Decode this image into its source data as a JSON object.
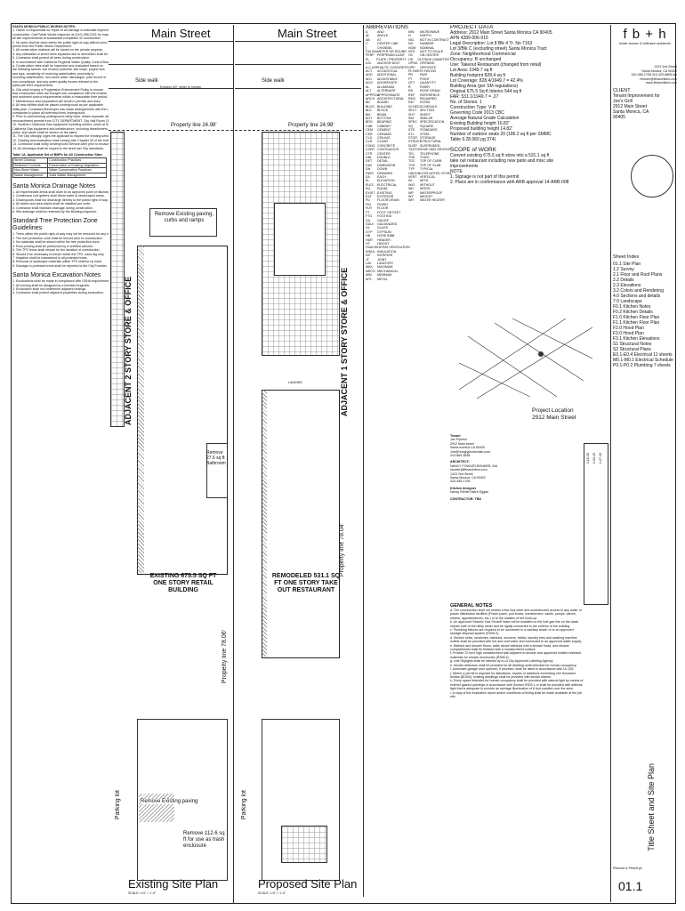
{
  "left_notes": {
    "header": "SANTA MONICA PUBLIC WORKS NOTES:",
    "lines": [
      "1. Owner is responsible for repair of all damage to sidewalk improvements caused by",
      "construction. Call Public Works Inspector at (310) 458-2201 for inspection of",
      "all site improvements at substantial completion of construction.",
      "2. No work shall be done within the public right-of-way without prior approval and",
      "permit from the Public Works Department.",
      "3. All construction material will be stored on the private property.",
      "4. Any sidewalks or street trees impacted due to demolition shall be restored.",
      "5. Contractor shall protect all trees during construction.",
      "6. In accordance with California Regional Water Quality Control Board NPDES permit:",
      "a. Construction sites shall be inspected and evaluated based on",
      "the following factors: soil erosion potential, site slope, project size",
      "and type, sensitivity of receiving waterbodies, proximity to",
      "receiving waterbodies, non-storm water discharges, past record of",
      "non-compliance, and any water quality issues relevant to the",
      "particular MS4 requirements.",
      "b. City shall employ a Progressive Enforcement Policy to ensure",
      "that construction sites are brought into compliance with the erosion",
      "and sediment control requirements within a reasonable time period.",
      "7. Maintenance and preparation will result in permits and fines.",
      "8. All new utilities shall be placed underground as per applicable",
      "utility plan. Contractor/Developer has made arrangements with the utility",
      "companies to place all overhead lines underground.",
      "9. Prior to commencing underground utility work, obtain separate utility",
      "encroachment permits from CITY DEPARTMENT. City Hall Room 115.",
      "10. Southern California Gas equipment including meters, vents at Southern",
      "California Gas equipment and infrastructure, including transformers,",
      "poles, and vaults shall be shown on the plans.",
      "11. The City strongly urges the applicant to inspect the existing sewer connection.",
      "12. Grading and excavation shall comply with Chapter 33 of the building code.",
      "13. Contractor shall notify Underground Service Alert prior to excavation.",
      "14. All driveways shall be sloped to the street per City standards."
    ],
    "table_title": "Table 1A. Applicable Set of BMPs for All Construction Sites",
    "table_rows": [
      [
        "Street Cleanup",
        "Construction Practices"
      ],
      [
        "Sediment Controls",
        "Preservation of Existing Vegetation"
      ],
      [
        "Non-Storm Water",
        "Water Conservation Practices"
      ],
      [
        "Waste Management",
        "Solid Waste Management"
      ]
    ],
    "drainage_title": "Santa Monica Drainage Notes",
    "drainage_lines": [
      "1. All impermeable areas shall drain to an approved point of discharge.",
      "2. Continuous roof gutters shall direct water to landscaped areas.",
      "3. Downspouts shall not discharge directly to the public right of way.",
      "4. All drains and area drains shall be installed per code.",
      "5. Contractor shall maintain drainage during construction.",
      "6. Site drainage shall be reviewed by the Building Inspector."
    ],
    "tree_title": "Standard Tree Protection Zone Guidelines",
    "tree_lines": [
      "1. Trees within the public right-of-way may not be removed for any reason.",
      "2. The tree protection zone shall be fenced prior to construction.",
      "3. No materials shall be stored within the tree protection zone.",
      "4. Root pruning shall be performed by a certified arborist.",
      "5. The TPZ fence shall remain for the duration of construction.",
      "6. Should it be necessary to trench within the TPZ, hand dig only.",
      "7. Irrigation shall be maintained to all protected trees.",
      "8. Removal of landscape materials within TPZ shall be by hand.",
      "9. Damage to protected trees shall be reported to the City Forester."
    ],
    "excavation_title": "Santa Monica Excavation Notes",
    "excavation_lines": [
      "1. Excavations shall be made in compliance with OSHA requirements.",
      "2. All shoring shall be designed by a licensed engineer.",
      "3. Excavation shall not undermine adjacent footings.",
      "4. Contractor shall protect adjacent properties during excavation."
    ]
  },
  "existing_plan": {
    "street": "Main Street",
    "sidewalk": "Side walk",
    "tree_note": "Existing 3/4\" meter to remain",
    "property_line": "Property line 24.98'",
    "property_line_side": "Property line 78.06'",
    "adjacent_label": "ADJACENT 2 STORY STORE & OFFICE",
    "remove_paving": "Remove Existing paving, curbs and ramps",
    "remove_bath": "Remove 27.6 sq ft Bathroom",
    "existing_label": "EXISTING 675.5 SQ FT ONE STORY RETAIL BUILDING",
    "remove_paving2": "Remove Existing paving",
    "remove_enclosure": "Remove 112.6 sq ft for use as trash enclosure",
    "parking_lot": "Parking lot",
    "title": "Existing Site Plan",
    "scale": "SCALE: 1/4\" = 1'-0\""
  },
  "proposed_plan": {
    "street": "Main Street",
    "sidewalk": "Side walk",
    "property_line": "Property line 24.98'",
    "property_line_side": "Property line 78.04'",
    "adjacent_label": "ADJACENT 1 STORY STORE & OFFICE",
    "remodel_label": "REMODELED 531.1 SQ FT ONE STORY TAKE OUT RESTAURANT",
    "landing": "LANDING",
    "parking_lot": "Parking lot",
    "title": "Proposed Site Plan",
    "scale": "SCALE: 1/4\" = 1'-0\""
  },
  "abbreviations": {
    "title": "ABBREVIATIONS",
    "left": [
      [
        "&",
        "AND"
      ],
      [
        "@",
        "ANGLE"
      ],
      [
        "AB",
        "AT"
      ],
      [
        "C",
        "CENTER LINE"
      ],
      [
        "[",
        "CHANNEL"
      ],
      [
        "DIA",
        "DIAMETER OR ROUND"
      ],
      [
        "PERP",
        "PERPENDICULAR"
      ],
      [
        "PL",
        "PLATE / PROPERTY"
      ],
      [
        "A.B.",
        "ANCHOR BOLT"
      ],
      [
        "A.C.",
        "ASPHALTIC CONCRETE"
      ],
      [
        "ACT",
        "ACOUSTICAL"
      ],
      [
        "ADD",
        "ADDITIONAL"
      ],
      [
        "ADJ",
        "ADJUSTABLE"
      ],
      [
        "AGG",
        "AGGREGATE"
      ],
      [
        "AL",
        "ALUMINUM"
      ],
      [
        "ALT",
        "ALTERNATE"
      ],
      [
        "APPROX",
        "APPROXIMATE"
      ],
      [
        "ARCH",
        "ARCHITECTURAL"
      ],
      [
        "BD",
        "BOARD"
      ],
      [
        "BLDG",
        "BUILDING"
      ],
      [
        "BLK",
        "BLOCK"
      ],
      [
        "BM",
        "BEAM"
      ],
      [
        "BOT",
        "BOTTOM"
      ],
      [
        "BRG",
        "BEARING"
      ],
      [
        "CAB",
        "CABINET"
      ],
      [
        "CEM",
        "CEMENT"
      ],
      [
        "CER",
        "CERAMIC"
      ],
      [
        "CLG",
        "CEILING"
      ],
      [
        "CLR",
        "CLEAR"
      ],
      [
        "CONC",
        "CONCRETE"
      ],
      [
        "CONT",
        "CONTINUOUS"
      ],
      [
        "CTR",
        "CENTER"
      ],
      [
        "DBL",
        "DOUBLE"
      ],
      [
        "DET",
        "DETAIL"
      ],
      [
        "DIM",
        "DIMENSION"
      ],
      [
        "DN",
        "DOWN"
      ],
      [
        "DWG",
        "DRAWING"
      ],
      [
        "EA",
        "EACH"
      ],
      [
        "EL",
        "ELEVATION"
      ],
      [
        "ELEC",
        "ELECTRICAL"
      ],
      [
        "EQ",
        "EQUAL"
      ],
      [
        "EXIST",
        "EXISTING"
      ],
      [
        "EXT",
        "EXTERIOR"
      ],
      [
        "FD",
        "FLOOR DRAIN"
      ],
      [
        "FIN",
        "FINISH"
      ],
      [
        "FLR",
        "FLOOR"
      ],
      [
        "FT",
        "FOOT OR FEET"
      ],
      [
        "FTG",
        "FOOTING"
      ],
      [
        "GA",
        "GAUGE"
      ],
      [
        "GALV",
        "GALVANIZED"
      ],
      [
        "GL",
        "GLASS"
      ],
      [
        "GYP",
        "GYPSUM"
      ],
      [
        "HB",
        "HOSE BIBB"
      ],
      [
        "HDR",
        "HEADER"
      ],
      [
        "HT",
        "HEIGHT"
      ],
      [
        "HVAC",
        "HEATING VENTILATION"
      ],
      [
        "INSUL",
        "INSULATION"
      ],
      [
        "INT",
        "INTERIOR"
      ],
      [
        "JT",
        "JOINT"
      ],
      [
        "LAV",
        "LAVATORY"
      ],
      [
        "MAX",
        "MAXIMUM"
      ],
      [
        "MECH",
        "MECHANICAL"
      ],
      [
        "MIN",
        "MINIMUM"
      ],
      [
        "MTL",
        "METAL"
      ]
    ],
    "right": [
      [
        "MW",
        "MICROWAVE"
      ],
      [
        "N",
        "NORTH"
      ],
      [
        "NIC",
        "NOT IN CONTRACT"
      ],
      [
        "NO",
        "NUMBER"
      ],
      [
        "NOM",
        "NOMINAL"
      ],
      [
        "NTS",
        "NOT TO SCALE"
      ],
      [
        "OC",
        "ON CENTER"
      ],
      [
        "OD",
        "OUTSIDE DIAMETER"
      ],
      [
        "OPNG",
        "OPENING"
      ],
      [
        "OPP",
        "OPPOSITE"
      ],
      [
        "PLYWD",
        "PLYWOOD"
      ],
      [
        "PR",
        "PAIR"
      ],
      [
        "PT",
        "POINT"
      ],
      [
        "QTY",
        "QUANTITY"
      ],
      [
        "R",
        "RISER"
      ],
      [
        "RD",
        "ROOF DRAIN"
      ],
      [
        "REF",
        "REFERENCE"
      ],
      [
        "REQ",
        "REQUIRED"
      ],
      [
        "RM",
        "ROOM"
      ],
      [
        "SCHED",
        "SCHEDULE"
      ],
      [
        "SECT",
        "SECTION"
      ],
      [
        "SHT",
        "SHEET"
      ],
      [
        "SIM",
        "SIMILAR"
      ],
      [
        "SPEC",
        "SPECIFICATION"
      ],
      [
        "SQ",
        "SQUARE"
      ],
      [
        "STD",
        "STANDARD"
      ],
      [
        "STL",
        "STEEL"
      ],
      [
        "STOR",
        "STORAGE"
      ],
      [
        "STRUCT",
        "STRUCTURAL"
      ],
      [
        "SUSP",
        "SUSPENDED"
      ],
      [
        "T&G",
        "TONGUE AND GROOVE"
      ],
      [
        "TEL",
        "TELEPHONE"
      ],
      [
        "THK",
        "THICK"
      ],
      [
        "TOC",
        "TOP OF CURB"
      ],
      [
        "TOS",
        "TOP OF SLAB"
      ],
      [
        "TYP",
        "TYPICAL"
      ],
      [
        "UNO",
        "UNLESS NOTED OTHERWISE"
      ],
      [
        "VERT",
        "VERTICAL"
      ],
      [
        "W/",
        "WITH"
      ],
      [
        "W/O",
        "WITHOUT"
      ],
      [
        "WD",
        "WOOD"
      ],
      [
        "WP",
        "WATERPROOF"
      ],
      [
        "WT",
        "WEIGHT"
      ],
      [
        "WH",
        "WATER HEATER"
      ]
    ]
  },
  "project_data": {
    "title": "PROJECT DATA",
    "lines": [
      "Address: 2912 Main Street Santa Monica CA 90405",
      "APN 4289-006-015",
      "Legal Description: Lot 8 Blk 4 Tr. No 7163",
      "Lot 3/Blk C (excluding street) Santa Monica Tract",
      "Zone: Neighborhood Commercial",
      "Occupancy: B unchanged",
      "Use: Takeout Restaurant (changed from retail)",
      "Lot Area: 1949.7 sq ft",
      "Building footprint 828.4 sq ft",
      "Lot Coverage: 828.4/1949.7 = 42.4%",
      "Building Area (per SM regulations)",
      "Original 675.5 Sq ft Interior 544 sq ft",
      "FAR: 531.1/1949.7 = .27",
      "No. of Stories: 1",
      "Construction Type: V-B",
      "Governing Code 2013 CBC",
      "Average Natural Grade Calculation",
      "Existing Building height 16.82'",
      "Proposed building height 14.82'",
      "Number of outdoor seats 20 (186.2 sq ft per SMMC",
      "Table 9.28.060 pg 374)"
    ],
    "scope_title": "SCOPE of WORK",
    "scope_lines": [
      "Convert existing 675.5 sq ft store into a 531.1 sq ft",
      "take out restaurant including new patio and misc site",
      "improvements",
      "NOTE",
      "1. Signage is not part of this permit",
      "2. Plans are in conformance with ARB approval 14-ARB-008"
    ],
    "location_title": "Project Location",
    "location_address": "2912 Main Street"
  },
  "contacts": {
    "tenant_label": "Tenant",
    "tenant": [
      "Joe Piperko",
      "2912 Main street",
      "Santa monica CA 90405",
      "Joe@hungrypicnicmain.com",
      "310-869-3838"
    ],
    "architect_label": "ARCHITECT:",
    "architect": [
      "NANCY FOWLER-BONNER, AIA",
      "nfowler@fbharchitect.com",
      "1423 2nd Street",
      "Santa Monica, CA 90402",
      "310-455-1708"
    ],
    "designer_label": "Kitchen designer",
    "designer": "Nancy Riedel Hatch Eggan",
    "contractor_label": "CONTRACTOR: TBD"
  },
  "general_notes": {
    "title": "GENERAL NOTES",
    "lines": [
      "a. The construction shall not restrict a five-foot clear and unobstructed access to any water or",
      "power distribution facilities (Power poles, pull-boxes, transformers, vaults, pumps, valves,",
      "meters, appurtenances, etc.) or to the location of the hook-up.",
      "b. An approved Seismic Gas Shutoff Valve will be installed on the fuel gas line on the down",
      "stream side of the utility meter and be rigidly connected to the exterior of the building.",
      "c. Plumbing fixtures are required to be connected to a sanitary sewer or to an approved",
      "sewage disposal system (R306.3).",
      "d. Kitchen sinks, lavatories, bathtubs, showers, bidets, laundry tubs and washing machine",
      "outlets shall be provided with hot and cold water and connected to an approved water supply.",
      "e. Bathtub and shower floors, walls above bathtubs with a shower head, and shower",
      "compartments shall be finished with a nonabsorbent surface.",
      "f. Provide 72-inch high nonabsorbent wall adjacent to shower and approved shatter-resistant",
      "materials for shower enclosures (R308.4).",
      "g. Unit Skylights shall be labeled by a LA City Approved Labeling Agency.",
      "h. Smoke detectors shall be provided for all dwelling units intended for human occupancy.",
      "i. Automatic garage door openers, if provided, shall be listed in accordance with UL 325.",
      "j. Where a permit is required for alterations, repairs or additions exceeding one thousand",
      "dollars ($1000), existing dwellings shall be provided with smoke alarms.",
      "k. Every space intended for human occupancy shall be provided with natural light by means of",
      "exterior glazed openings in accordance with Section R303.1 or shall be provided with artificial",
      "light that is adequate to provide an average illumination of 6 foot-candles over the area.",
      "l. A copy of the evaluation report and/or conditions of listing shall be made available at the job",
      "site."
    ]
  },
  "title_block": {
    "firm_logo": "f b + h",
    "firm_name": "fowler-bonner & hoffmann architects",
    "firm_address": [
      "1423 2nd Street",
      "Santa Monica, CA 90402",
      "310-455-1708  310-429-6806 fax",
      "nfowler@fbharchitect.com",
      "www.fbharchitect.com"
    ],
    "client_label": "CLIENT",
    "client": [
      "Tenant Improvement for",
      "Joe's Grill",
      "2912 Main Street",
      "Santa Monica, CA",
      "90405"
    ],
    "sheet_index_label": "Sheet Index",
    "sheet_index": [
      "01.1 Site Plan",
      "1.2 Survey",
      "2.1 Floor and Roof Plans",
      "2.2 Details",
      "2.3 Elevations",
      "3.2 Colors and Rendering",
      "4.0 Sections and details",
      "7.0 Landscape",
      "F0.1 Kitchen Notes",
      "F0.2 Kitchen Details",
      "F1.0 Kitchen Floor Plan",
      "F1.1 Kitchen Floor Plan",
      "F2.0 Hood Plan",
      "F3.0 Hood Plan",
      "F3.1 Kitchen Elevations",
      "S1 Structural Notes",
      "S2 Structural Plans",
      "E0.1-E0.4 Electrical 11 sheets",
      "M0.1-M0.1 Electrical Schedule",
      "P0.1-P0.2 Plumbing 7 sheets"
    ],
    "vertical_title": "Title Sheet and Site Plan",
    "sheet_number": "01.1",
    "prepared_label": "Planned & Permit.pn",
    "revision_dates": [
      "3-16-15",
      "3-30-15",
      "4-27-15"
    ]
  }
}
